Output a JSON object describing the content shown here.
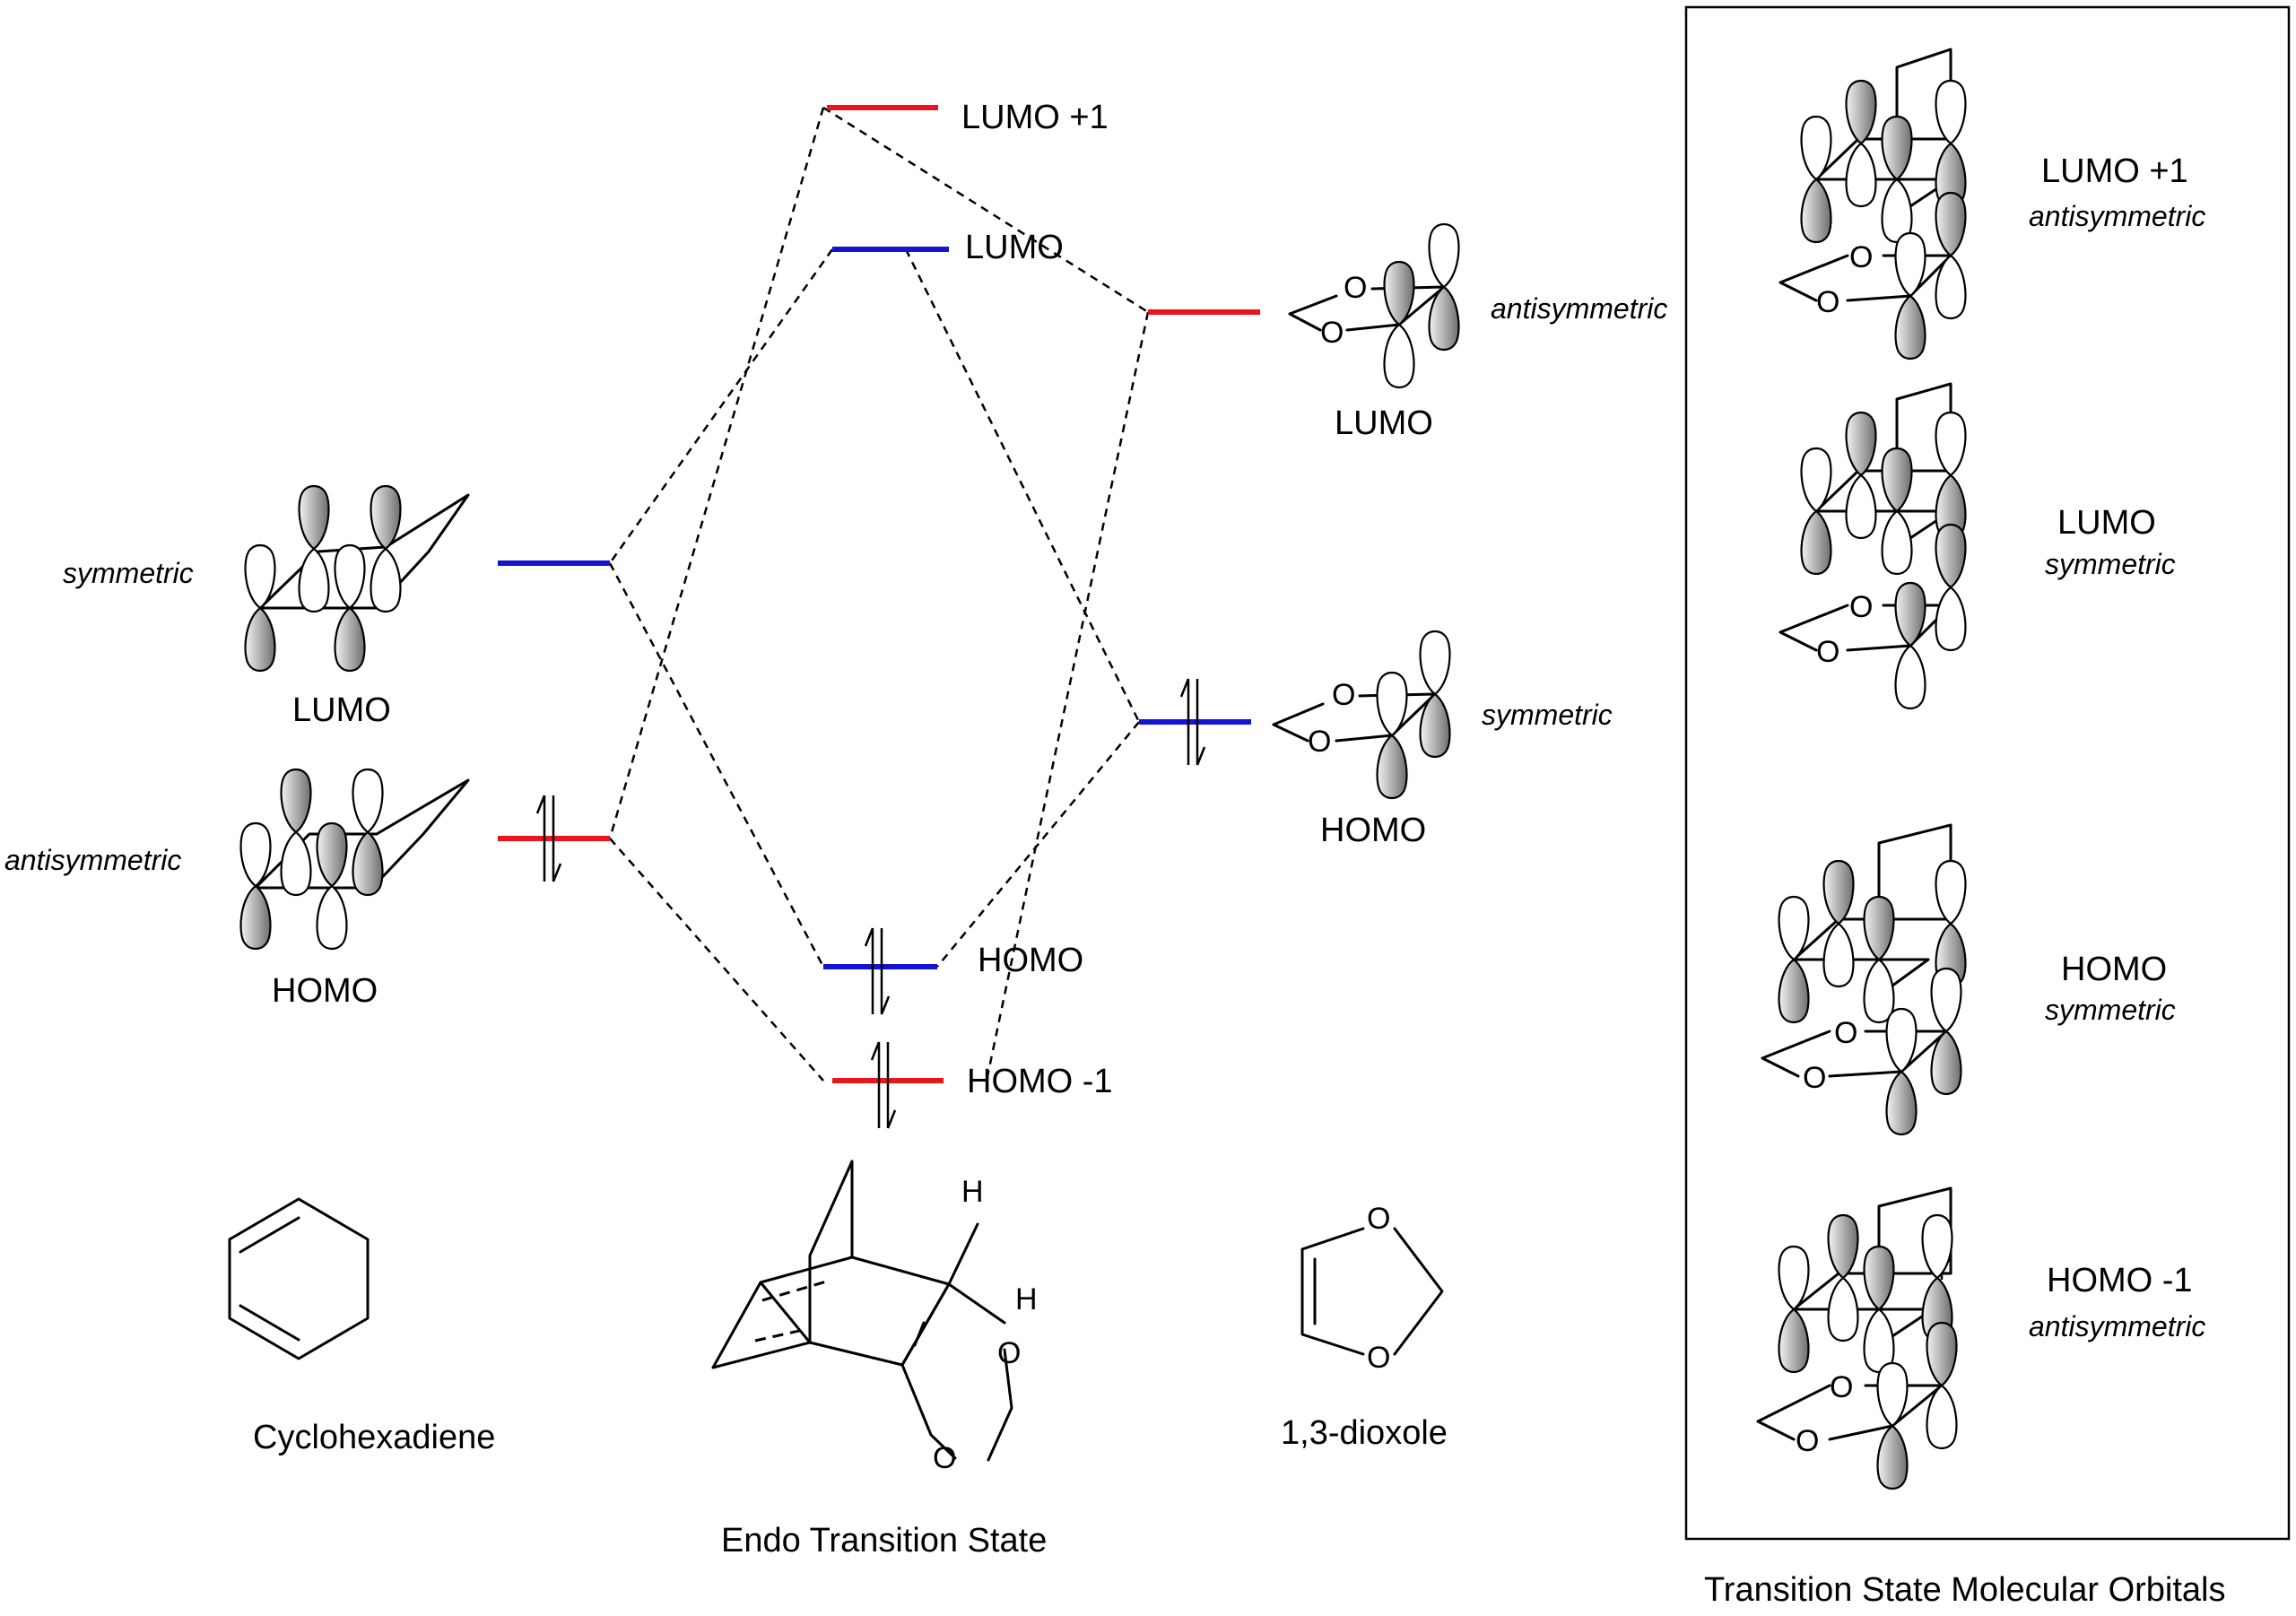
{
  "levels": {
    "lumo_plus1": {
      "label": "LUMO +1",
      "color": "#e8141e"
    },
    "lumo": {
      "label": "LUMO",
      "color": "#1414d4"
    },
    "homo": {
      "label": "HOMO",
      "color": "#1414d4"
    },
    "homo_minus1": {
      "label": "HOMO -1",
      "color": "#e8141e"
    }
  },
  "diene": {
    "lumo": {
      "label": "LUMO",
      "symmetry": "symmetric",
      "color": "#1414d4"
    },
    "homo": {
      "label": "HOMO",
      "symmetry": "antisymmetric",
      "color": "#e8141e"
    },
    "name": "Cyclohexadiene"
  },
  "dienophile": {
    "lumo": {
      "label": "LUMO",
      "symmetry": "antisymmetric",
      "color": "#e8141e"
    },
    "homo": {
      "label": "HOMO",
      "symmetry": "symmetric",
      "color": "#1414d4"
    },
    "name": "1,3-dioxole"
  },
  "ts": {
    "name": "Endo Transition State",
    "h1": "H",
    "h2": "H",
    "o1": "O",
    "o2": "O"
  },
  "atoms": {
    "oxygen": "O"
  },
  "panel": {
    "title": "Transition State Molecular Orbitals",
    "items": [
      {
        "label": "LUMO +1",
        "symmetry": "antisymmetric"
      },
      {
        "label": "LUMO",
        "symmetry": "symmetric"
      },
      {
        "label": "HOMO",
        "symmetry": "symmetric"
      },
      {
        "label": "HOMO -1",
        "symmetry": "antisymmetric"
      }
    ]
  },
  "lobe_shading": {
    "light": "#f2f2f2",
    "dark": "#6e6e6e"
  }
}
